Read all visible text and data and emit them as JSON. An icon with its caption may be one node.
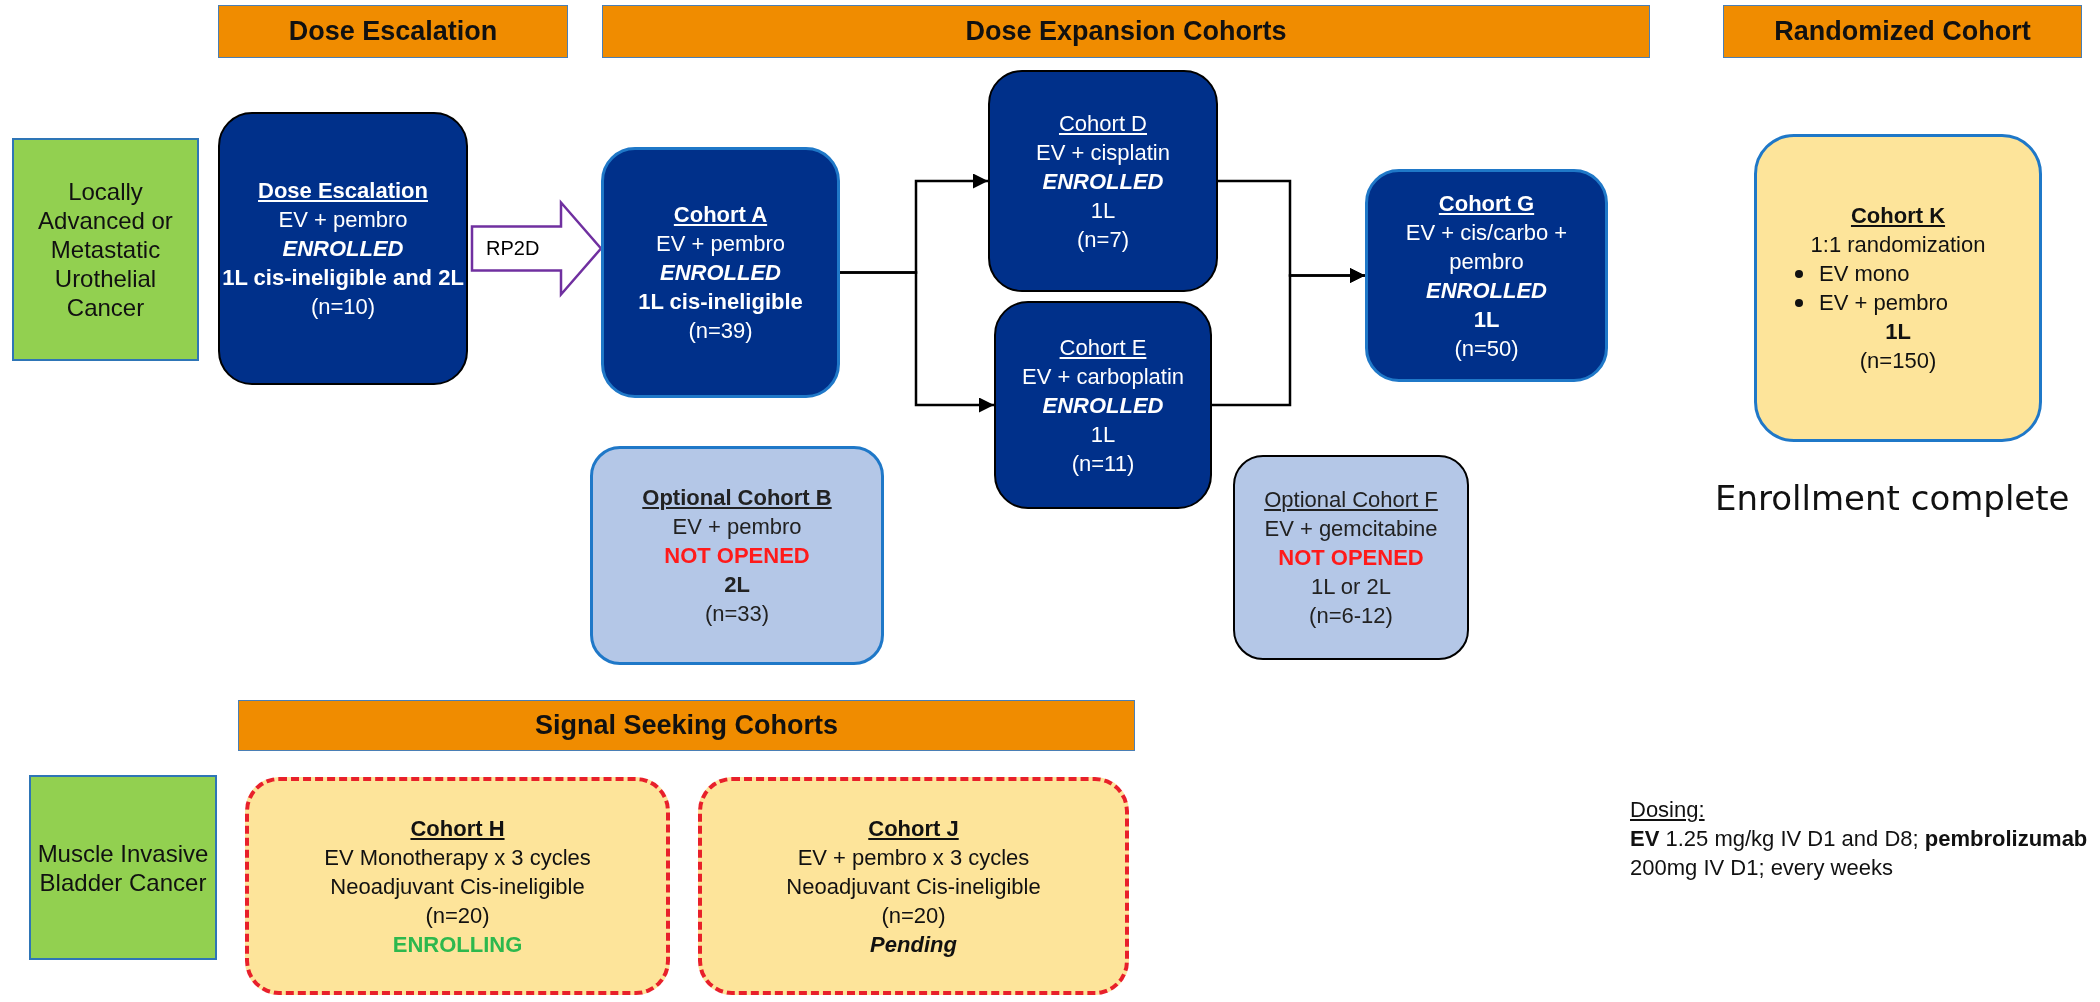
{
  "diagram": {
    "nodes": [
      {
        "text": [
          "Dose Escalation"
        ]
      },
      {
        "text": [
          "Dose Expansion Cohorts"
        ]
      },
      {
        "text": [
          "Randomized Cohort"
        ]
      },
      {
        "text": [
          "Locally Advanced or Metastatic Urothelial Cancer"
        ]
      },
      {
        "text": [
          "Dose Escalation",
          "EV + pembro",
          "ENROLLED",
          "1L cis-ineligible and 2L",
          "(n=10)"
        ]
      },
      {
        "text": [
          "Cohort A",
          "EV + pembro",
          "ENROLLED",
          "1L cis-ineligible",
          "(n=39)"
        ]
      },
      {
        "text": [
          "Cohort D",
          "EV + cisplatin",
          "ENROLLED",
          "1L",
          "(n=7)"
        ]
      },
      {
        "text": [
          "Cohort G",
          "EV + cis/carbo + pembro",
          "ENROLLED",
          "1L",
          "(n=50)"
        ]
      },
      {
        "text": [
          "Cohort K",
          "1:1 randomization",
          "EV mono",
          "EV + pembro",
          "1L",
          "(n=150)"
        ],
        "beside": [
          "Enrollment complete"
        ]
      },
      {
        "text": [
          "Cohort E",
          "EV + carboplatin",
          "ENROLLED",
          "1L",
          "(n=11)"
        ]
      },
      {
        "text": [
          "Optional Cohort B",
          "EV + pembro",
          "NOT OPENED",
          "2L",
          "(n=33)"
        ]
      },
      {
        "text": [
          "Optional Cohort F",
          "EV + gemcitabine",
          "NOT OPENED",
          "1L or 2L",
          "(n=6-12)"
        ]
      },
      {
        "text": [
          "Signal Seeking Cohorts"
        ]
      },
      {
        "text": [
          "Muscle Invasive Bladder Cancer"
        ]
      },
      {
        "text": [
          "Cohort H",
          "EV Monotherapy x 3 cycles",
          "Neoadjuvant Cis-ineligible",
          "(n=20)",
          "ENROLLING"
        ]
      },
      {
        "text": [
          "Cohort J",
          "EV + pembro x 3 cycles",
          "Neoadjuvant Cis-ineligible",
          "(n=20)",
          "Pending"
        ]
      }
    ],
    "edges": [
      {
        "from": 4,
        "to": 5,
        "arrow": "to",
        "label": "RP2D",
        "style": "thick",
        "color": "#7030a0"
      },
      {
        "from": 5,
        "to": 6,
        "arrow": "to"
      },
      {
        "from": 5,
        "to": 9,
        "arrow": "to"
      },
      {
        "from": 6,
        "to": 7,
        "arrow": "to"
      },
      {
        "from": 9,
        "to": 7,
        "arrow": "to"
      }
    ],
    "labels": [
      "Dosing:",
      "**EV** 1.25 mg/kg IV D1 and D8; **pembrolizumab** 200mg IV D1; every weeks"
    ]
  }
}
